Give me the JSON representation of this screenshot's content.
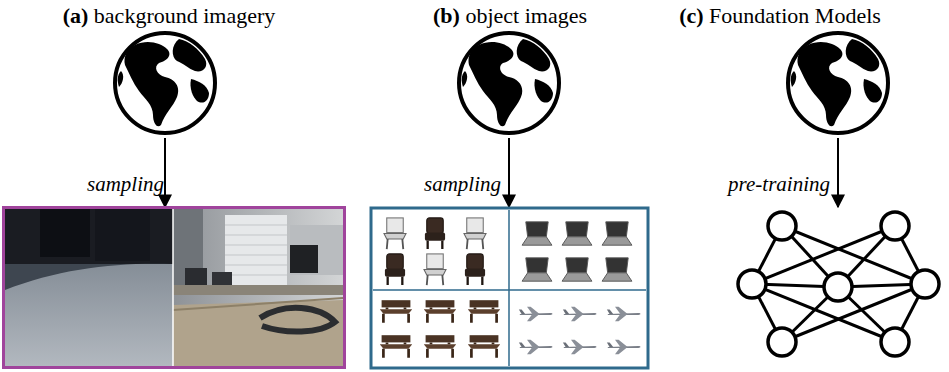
{
  "diagram": {
    "labels": [
      "(a) background imagery",
      "(b) object images",
      "(c) Foundation Models",
      "sampling",
      "sampling",
      "pre-training"
    ]
  }
}
